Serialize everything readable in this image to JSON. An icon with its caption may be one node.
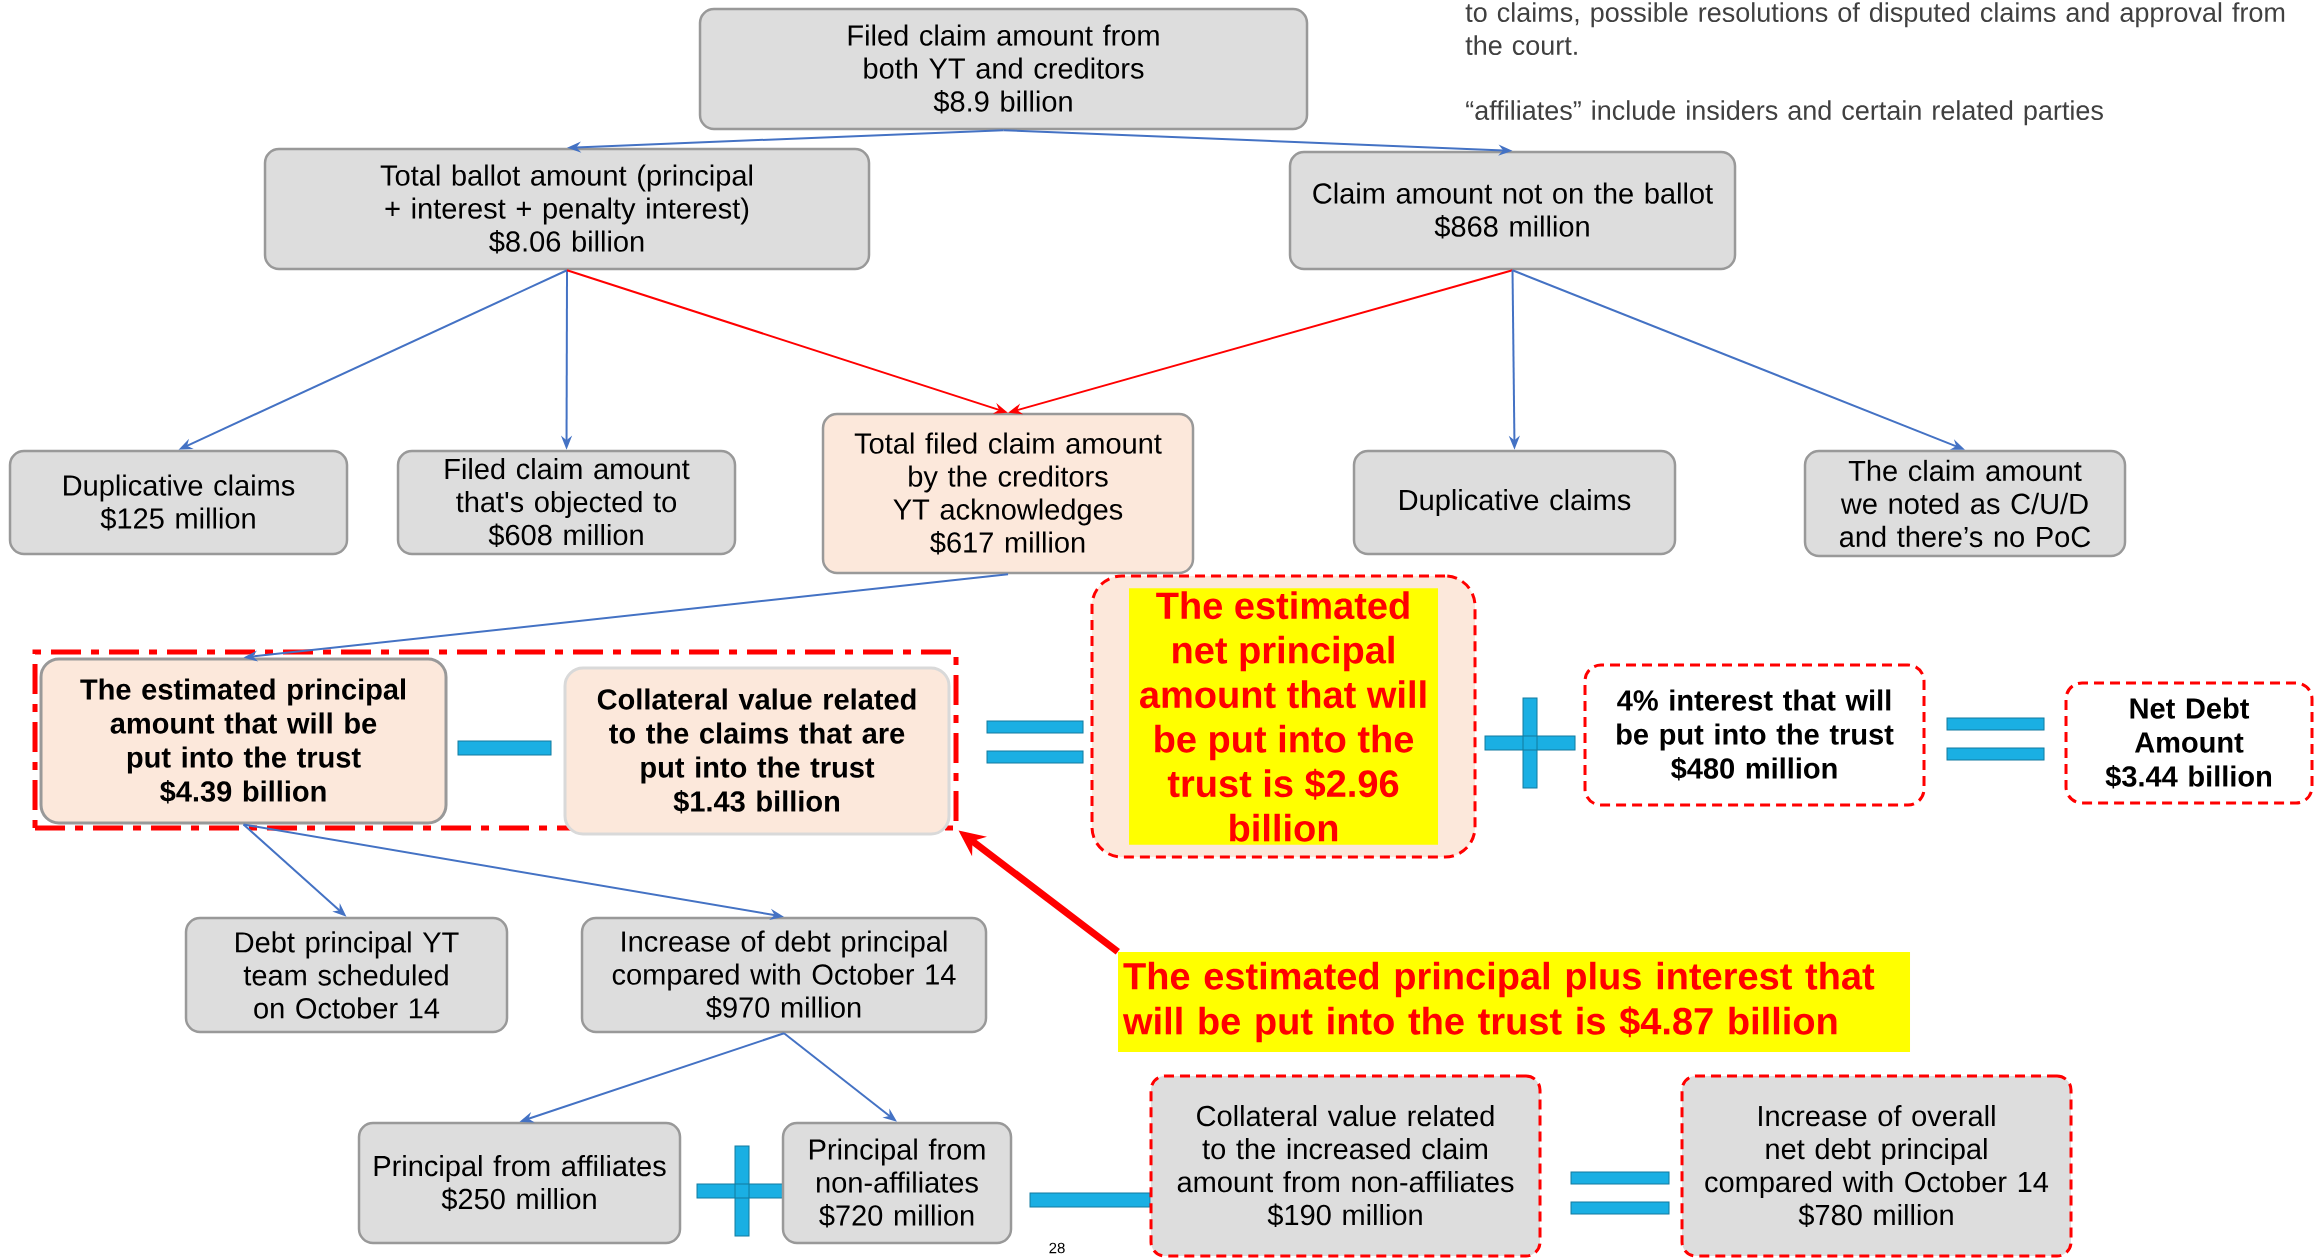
{
  "diagram": {
    "nodes": [
      {
        "text": [
          "Filed claim amount from both YT and creditors",
          "$8.9 billion"
        ]
      },
      {
        "text": [
          "Total ballot amount (principal + interest + penalty interest)",
          "$8.06 billion"
        ]
      },
      {
        "text": [
          "Claim amount not on the ballot",
          "$868 million"
        ]
      },
      {
        "text": [
          "Duplicative claims",
          "$125 million"
        ]
      },
      {
        "text": [
          "Filed claim amount that's objected to",
          "$608 million"
        ]
      },
      {
        "text": [
          "Total filed claim amount by the creditors YT acknowledges",
          "$617 million"
        ]
      },
      {
        "text": [
          "Duplicative claims"
        ]
      },
      {
        "text": [
          "The claim amount we noted as C/U/D and there’s no PoC"
        ]
      },
      {
        "text": [],
        "shape": "box"
      },
      {
        "text": [
          "The estimated principal amount that will be put into the trust",
          "$4.39 billion"
        ],
        "in": 8
      },
      {
        "text": [
          "Collateral value related to the claims that are put into the trust",
          "$1.43 billion"
        ],
        "in": 8
      },
      {
        "text": [
          "The estimated net principal amount that will be put into the trust is $2.96 billion"
        ]
      },
      {
        "text": [
          "4% interest that will be put into the trust",
          "$480 million"
        ]
      },
      {
        "text": [
          "Net Debt Amount",
          "$3.44 billion"
        ]
      },
      {
        "text": [
          "Debt principal YT team scheduled on October 14"
        ]
      },
      {
        "text": [
          "Increase of debt principal compared with October 14",
          "$970 million"
        ]
      },
      {
        "text": [
          "Principal from affiliates",
          "$250 million"
        ]
      },
      {
        "text": [
          "Principal from non-affiliates",
          "$720 million"
        ]
      },
      {
        "text": [
          "Collateral value related to the increased claim amount from non-affiliates",
          "$190 million"
        ]
      },
      {
        "text": [
          "Increase of overall net debt principal compared with October 14",
          "$780 million"
        ]
      },
      {
        "text": [
          "The estimated principal plus interest that will be put into the trust is $4.87 billion"
        ]
      }
    ],
    "edges": [
      {
        "from": 0,
        "to": 1,
        "arrow": "to"
      },
      {
        "from": 0,
        "to": 2,
        "arrow": "to"
      },
      {
        "from": 1,
        "to": 3,
        "arrow": "to"
      },
      {
        "from": 1,
        "to": 4,
        "arrow": "to"
      },
      {
        "from": 1,
        "to": 5,
        "arrow": "to",
        "color": "#ff0000"
      },
      {
        "from": 2,
        "to": 5,
        "arrow": "to",
        "color": "#ff0000"
      },
      {
        "from": 2,
        "to": 6,
        "arrow": "to"
      },
      {
        "from": 2,
        "to": 7,
        "arrow": "to"
      },
      {
        "from": 5,
        "to": 9,
        "arrow": "to"
      },
      {
        "from": 9,
        "to": 14,
        "arrow": "to"
      },
      {
        "from": 9,
        "to": 15,
        "arrow": "to"
      },
      {
        "from": 15,
        "to": 16,
        "arrow": "to"
      },
      {
        "from": 15,
        "to": 17,
        "arrow": "to"
      },
      {
        "from": 20,
        "to": 8,
        "arrow": "to",
        "style": "thick",
        "color": "#ff0000"
      }
    ],
    "labels": [
      "to claims, possible resolutions of disputed claims and approval from the court.",
      "“affiliates” include insiders and certain related parties",
      "28"
    ]
  }
}
